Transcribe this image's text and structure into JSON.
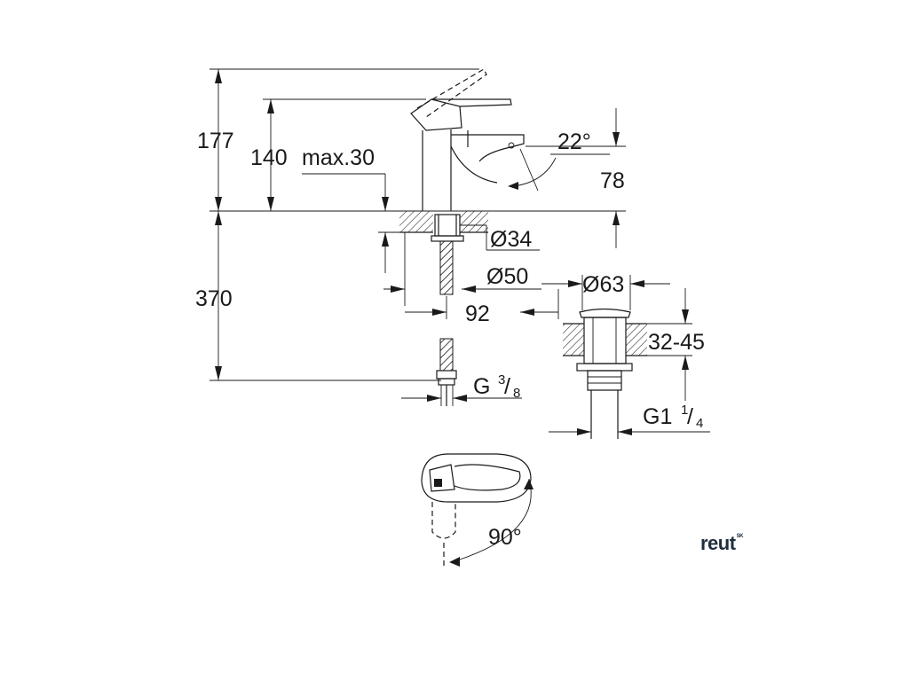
{
  "dimensions": {
    "total_height": "177",
    "body_height": "140",
    "max_deck": "max.30",
    "spout_angle": "22°",
    "spout_height": "78",
    "hole_dia": "Ø34",
    "flange_dia": "Ø50",
    "projection": "92",
    "waste_dia": "Ø63",
    "waste_range": "32-45",
    "hose_length": "370",
    "hose_thread": "G",
    "hose_thread_num": "3",
    "hose_thread_den": "8",
    "waste_thread": "G1",
    "waste_thread_num": "1",
    "waste_thread_den": "4",
    "lever_rotation": "90°"
  },
  "brand": {
    "name": "reut",
    "suffix": "SK"
  }
}
